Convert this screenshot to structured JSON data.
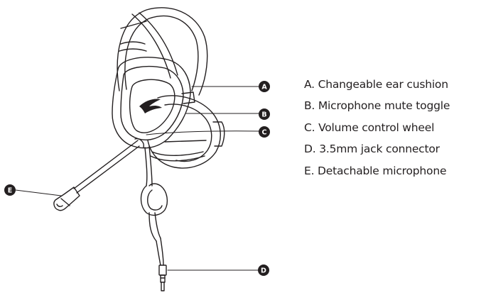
{
  "diagram": {
    "callouts": [
      {
        "id": "A",
        "text": "A. Changeable ear cushion"
      },
      {
        "id": "B",
        "text": "B. Microphone mute toggle"
      },
      {
        "id": "C",
        "text": "C. Volume control wheel"
      },
      {
        "id": "D",
        "text": "D. 3.5mm jack connector"
      },
      {
        "id": "E",
        "text": "E. Detachable microphone"
      }
    ]
  },
  "colors": {
    "line": "#231f20",
    "background": "#ffffff"
  }
}
